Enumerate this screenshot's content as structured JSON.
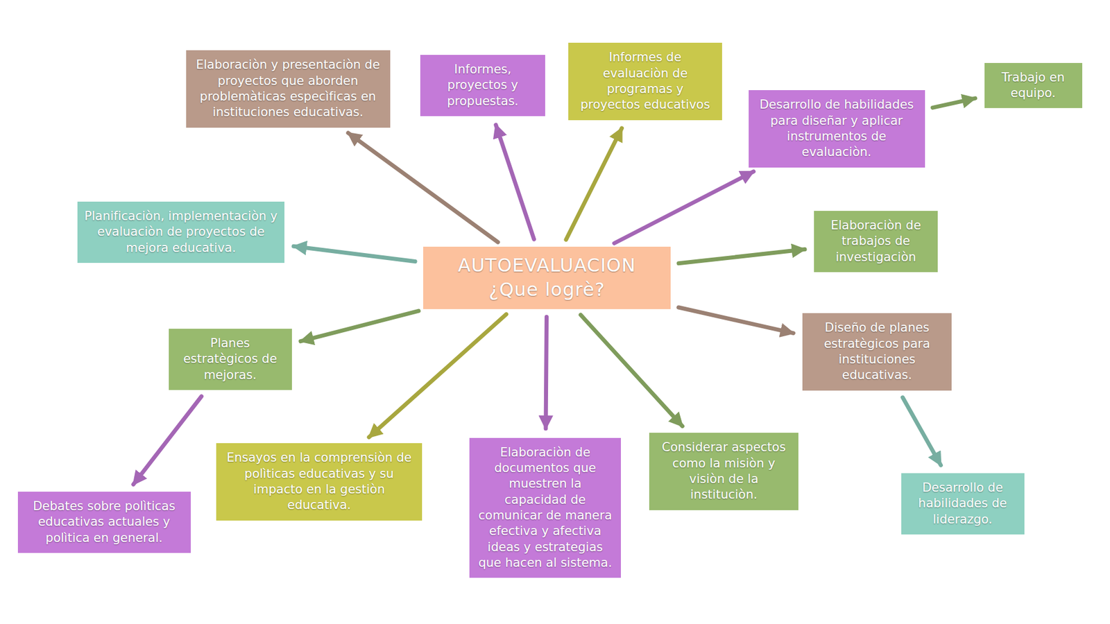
{
  "diagram": {
    "nodes": [
      {
        "text": [
          "AUTOEVALUACION ¿Que logrè?"
        ]
      },
      {
        "text": [
          "Elaboraciòn y presentaciòn de proyectos que aborden problemàticas especìficas en instituciones educativas."
        ]
      },
      {
        "text": [
          "Informes, proyectos y propuestas."
        ]
      },
      {
        "text": [
          "Informes de evaluaciòn de programas y proyectos educativos"
        ]
      },
      {
        "text": [
          "Trabajo en equipo."
        ]
      },
      {
        "text": [
          "Desarrollo de habilidades para diseñar y aplicar instrumentos de evaluaciòn."
        ]
      },
      {
        "text": [
          "Planificaciòn, implementaciòn y evaluaciòn de proyectos de mejora educativa."
        ]
      },
      {
        "text": [
          "Elaboraciòn de trabajos de investigaciòn"
        ]
      },
      {
        "text": [
          "Planes estratègicos de mejoras."
        ]
      },
      {
        "text": [
          "Diseño de planes estratègicos para instituciones educativas."
        ]
      },
      {
        "text": [
          "Ensayos en la comprensiòn de polìticas educativas y su impacto en la gestiòn educativa."
        ]
      },
      {
        "text": [
          "Debates sobre polìticas educativas actuales y polìtica en general."
        ]
      },
      {
        "text": [
          "Elaboraciòn de documentos que muestren la capacidad de comunicar de manera efectiva y afectiva ideas y estrategias que hacen al sistema."
        ]
      },
      {
        "text": [
          "Considerar aspectos como la misiòn y visiòn de la instituciòn."
        ]
      },
      {
        "text": [
          "Desarrollo de habilidades de liderazgo."
        ]
      }
    ],
    "edges": [
      {
        "from": 0,
        "to": 1,
        "arrow": "to"
      },
      {
        "from": 0,
        "to": 2,
        "arrow": "to"
      },
      {
        "from": 0,
        "to": 3,
        "arrow": "to"
      },
      {
        "from": 0,
        "to": 5,
        "arrow": "to"
      },
      {
        "from": 0,
        "to": 7,
        "arrow": "to"
      },
      {
        "from": 0,
        "to": 9,
        "arrow": "to"
      },
      {
        "from": 0,
        "to": 13,
        "arrow": "to"
      },
      {
        "from": 0,
        "to": 12,
        "arrow": "to"
      },
      {
        "from": 0,
        "to": 10,
        "arrow": "to"
      },
      {
        "from": 0,
        "to": 8,
        "arrow": "to"
      },
      {
        "from": 0,
        "to": 6,
        "arrow": "to"
      },
      {
        "from": 5,
        "to": 4,
        "arrow": "to"
      },
      {
        "from": 9,
        "to": 14,
        "arrow": "to"
      },
      {
        "from": 8,
        "to": 11,
        "arrow": "to"
      }
    ]
  }
}
